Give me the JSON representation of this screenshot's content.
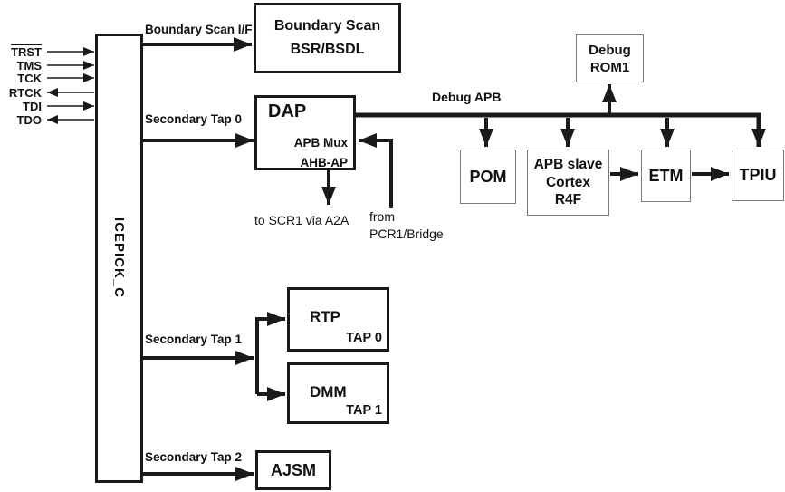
{
  "diagram": {
    "signals": [
      {
        "label": "TRST",
        "direction": "in",
        "overline": true
      },
      {
        "label": "TMS",
        "direction": "in"
      },
      {
        "label": "TCK",
        "direction": "in"
      },
      {
        "label": "RTCK",
        "direction": "out"
      },
      {
        "label": "TDI",
        "direction": "in"
      },
      {
        "label": "TDO",
        "direction": "out"
      }
    ],
    "icepick": {
      "label": "ICEPICK_C"
    },
    "boxes": {
      "boundary_scan": {
        "line1": "Boundary Scan",
        "line2": "BSR/BSDL"
      },
      "dap": {
        "title": "DAP",
        "sub1": "APB Mux",
        "sub2": "AHB-AP"
      },
      "debug_rom1": {
        "line1": "Debug",
        "line2": "ROM1"
      },
      "pom": {
        "label": "POM"
      },
      "cortex": {
        "line1": "APB slave",
        "line2": "Cortex",
        "line3": "R4F"
      },
      "etm": {
        "label": "ETM"
      },
      "tpiu": {
        "label": "TPIU"
      },
      "rtp": {
        "label": "RTP",
        "tap": "TAP 0"
      },
      "dmm": {
        "label": "DMM",
        "tap": "TAP 1"
      },
      "ajsm": {
        "label": "AJSM"
      }
    },
    "edge_labels": {
      "boundary_scan_if": "Boundary Scan I/F",
      "secondary_tap0": "Secondary Tap 0",
      "secondary_tap1": "Secondary Tap 1",
      "secondary_tap2": "Secondary Tap 2",
      "debug_apb": "Debug APB",
      "to_scr1": "to SCR1 via A2A",
      "from_pcr1_line1": "from",
      "from_pcr1_line2": "PCR1/Bridge"
    },
    "colors": {
      "line": "#1a1a1a",
      "thin_border": "#7a7a7a",
      "background": "#ffffff",
      "text": "#111111"
    }
  }
}
